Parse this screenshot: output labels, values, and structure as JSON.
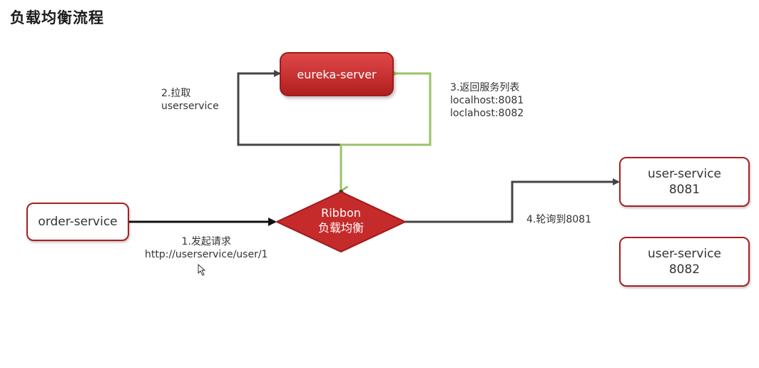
{
  "title": "负载均衡流程",
  "nodes": {
    "eureka": "eureka-server",
    "ribbon_line1": "Ribbon",
    "ribbon_line2": "负载均衡",
    "order": "order-service",
    "user1_line1": "user-service",
    "user1_line2": "8081",
    "user2_line1": "user-service",
    "user2_line2": "8082"
  },
  "edges": {
    "pull_line1": "2.拉取",
    "pull_line2": "userservice",
    "return_line1": "3.返回服务列表",
    "return_line2": "localhost:8081",
    "return_line3": "loclahost:8082",
    "request_line1": "1.发起请求",
    "request_line2": "http://userservice/user/1",
    "poll": "4.轮询到8081"
  },
  "colors": {
    "red": "#c62b2b",
    "green_arrow": "#9bc16a",
    "dark_arrow": "#444444",
    "black_arrow": "#111111"
  }
}
